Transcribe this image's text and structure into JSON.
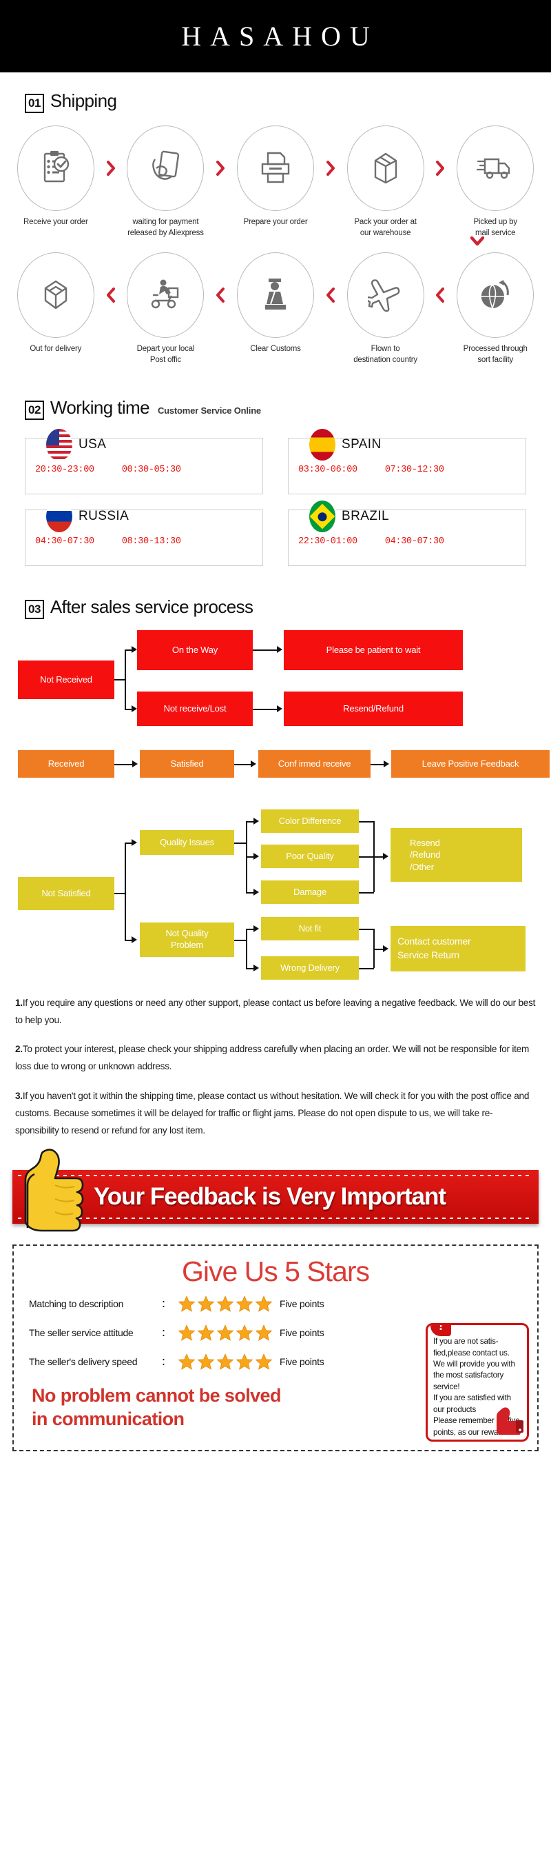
{
  "header": {
    "brand": "HASAHOU"
  },
  "sections": {
    "shipping": {
      "num": "01",
      "title": "Shipping"
    },
    "working": {
      "num": "02",
      "title": "Working time",
      "subtitle": "Customer Service Online"
    },
    "aftersales": {
      "num": "03",
      "title": "After sales service process"
    }
  },
  "shipping_steps_row1": [
    {
      "icon": "clipboard-check-icon",
      "label": "Receive your order"
    },
    {
      "icon": "hand-card-icon",
      "label": "waiting for payment\nreleased by Aliexpress"
    },
    {
      "icon": "printer-icon",
      "label": "Prepare your order"
    },
    {
      "icon": "box-icon",
      "label": "Pack your order at\nour warehouse"
    },
    {
      "icon": "truck-icon",
      "label": "Picked up by\nmail service"
    }
  ],
  "shipping_steps_row2": [
    {
      "icon": "open-box-icon",
      "label": "Out  for delivery"
    },
    {
      "icon": "scooter-courier-icon",
      "label": "Depart your local\nPost offic"
    },
    {
      "icon": "customs-officer-icon",
      "label": "Clear Customs"
    },
    {
      "icon": "airplane-icon",
      "label": "Flown to\ndestination country"
    },
    {
      "icon": "globe-arrow-icon",
      "label": "Processed through\nsort facility"
    }
  ],
  "working_time": [
    {
      "country": "USA",
      "flag": "flag-usa-icon",
      "time1": "20:30-23:00",
      "time2": "00:30-05:30"
    },
    {
      "country": "SPAIN",
      "flag": "flag-spain-icon",
      "time1": "03:30-06:00",
      "time2": "07:30-12:30"
    },
    {
      "country": "RUSSIA",
      "flag": "flag-russia-icon",
      "time1": "04:30-07:30",
      "time2": "08:30-13:30"
    },
    {
      "country": "BRAZIL",
      "flag": "flag-brazil-icon",
      "time1": "22:30-01:00",
      "time2": "04:30-07:30"
    }
  ],
  "flowchart": {
    "not_received": "Not Received",
    "on_the_way": "On the Way",
    "please_wait": "Please be patient to wait",
    "not_receive_lost": "Not receive/Lost",
    "resend_refund": "Resend/Refund",
    "received": "Received",
    "satisfied": "Satisfied",
    "confirmed_receive": "Conf irmed receive",
    "leave_positive_feedback": "Leave Positive Feedback",
    "not_satisfied": "Not Satisfied",
    "quality_issues": "Quality Issues",
    "color_difference": "Color Difference",
    "poor_quality": "Poor Quality",
    "damage": "Damage",
    "resend_refund_other": "Resend\n/Refund\n/Other",
    "not_quality_problem": "Not Quality\nProblem",
    "not_fit": "Not fit",
    "wrong_delivery": "Wrong Delivery",
    "contact_customer_service_return": "Contact customer\nService Return"
  },
  "notes": [
    {
      "num": "1.",
      "text": "If you require any questions or need any other support, please contact us before leaving a negative feedback. We will do our best to help you."
    },
    {
      "num": "2.",
      "text": "To protect your interest, please check your shipping address carefully when placing an order. We will not be responsible for item loss due to wrong or unknown address."
    },
    {
      "num": "3.",
      "text": "If you haven't got it within the shipping time, please contact us without hesitation. We will check it for you with the post office and customs. Because sometimes it will be delayed for traffic or flight jams. Please do not open dispute to us, we will take re-sponsibility to resend or refund for any lost item."
    }
  ],
  "feedback_banner": {
    "text": "Your Feedback is Very Important",
    "icon": "thumbs-up-icon"
  },
  "stars_section": {
    "title": "Give Us 5 Stars",
    "rows": [
      {
        "label": "Matching to description",
        "colon": "：",
        "stars": 5,
        "points": "Five points"
      },
      {
        "label": "The seller service attitude",
        "colon": "：",
        "stars": 5,
        "points": "Five points"
      },
      {
        "label": "The seller's delivery speed",
        "colon": "：",
        "stars": 5,
        "points": "Five points"
      }
    ],
    "slogan": "No problem cannot be solved\nin communication",
    "sidebox": {
      "icon": "exclamation-icon",
      "thumb_icon": "thumbs-up-red-icon",
      "text": "If you are not satis-fied,please contact us. We will provide you with the most satisfactory service!\nIf you are satisfied with our products\nPlease remember Hit five points, as our reward!"
    }
  },
  "colors": {
    "red": "#f50f0f",
    "orange": "#ef7c23",
    "yellow": "#ddcb28",
    "banner_red": "#cf1111",
    "time_red": "#e8150f",
    "star_orange": "#f9a51a"
  }
}
